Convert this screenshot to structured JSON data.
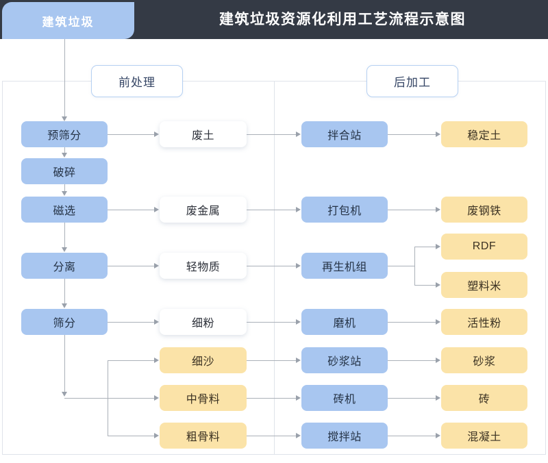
{
  "header": {
    "source_tab": "建筑垃圾",
    "title": "建筑垃圾资源化利用工艺流程示意图",
    "bar_color": "#343a45",
    "tab_color": "#a8c6f0"
  },
  "stages": [
    {
      "id": "pre",
      "label": "前处理"
    },
    {
      "id": "post",
      "label": "后加工"
    }
  ],
  "palette": {
    "process_blue": "#a8c6f0",
    "intermediate_white": "#ffffff",
    "product_yellow": "#fbe3a8",
    "connector_gray": "#aab0b8",
    "panel_border": "#dfe3ea"
  },
  "nodes": {
    "process": [
      {
        "id": "p1",
        "label": "预筛分"
      },
      {
        "id": "p2",
        "label": "破碎"
      },
      {
        "id": "p3",
        "label": "磁选"
      },
      {
        "id": "p4",
        "label": "分离"
      },
      {
        "id": "p5",
        "label": "筛分"
      }
    ],
    "intermediates": [
      {
        "id": "m1",
        "label": "废土",
        "kind": "white"
      },
      {
        "id": "m2",
        "label": "废金属",
        "kind": "white"
      },
      {
        "id": "m3",
        "label": "轻物质",
        "kind": "white"
      },
      {
        "id": "m4",
        "label": "细粉",
        "kind": "white"
      },
      {
        "id": "m5",
        "label": "细沙",
        "kind": "yellow"
      },
      {
        "id": "m6",
        "label": "中骨料",
        "kind": "yellow"
      },
      {
        "id": "m7",
        "label": "粗骨料",
        "kind": "yellow"
      }
    ],
    "equipment": [
      {
        "id": "e1",
        "label": "拌合站"
      },
      {
        "id": "e2",
        "label": "打包机"
      },
      {
        "id": "e3",
        "label": "再生机组"
      },
      {
        "id": "e4",
        "label": "磨机"
      },
      {
        "id": "e5",
        "label": "砂浆站"
      },
      {
        "id": "e6",
        "label": "砖机"
      },
      {
        "id": "e7",
        "label": "搅拌站"
      }
    ],
    "products": [
      {
        "id": "r1",
        "label": "稳定土"
      },
      {
        "id": "r2",
        "label": "废钢铁"
      },
      {
        "id": "r3",
        "label": "RDF"
      },
      {
        "id": "r4",
        "label": "塑料米"
      },
      {
        "id": "r5",
        "label": "活性粉"
      },
      {
        "id": "r6",
        "label": "砂浆"
      },
      {
        "id": "r7",
        "label": "砖"
      },
      {
        "id": "r8",
        "label": "混凝土"
      }
    ]
  }
}
